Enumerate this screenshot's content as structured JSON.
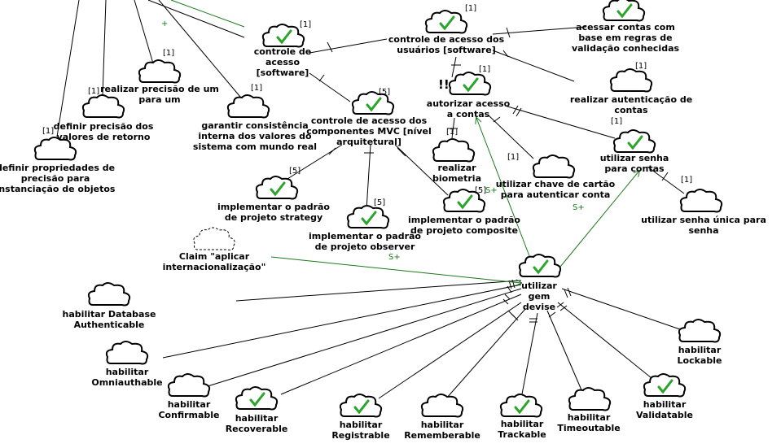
{
  "colors": {
    "line": "#000000",
    "contribution": "#1a7a1a",
    "check": "#2aa52a",
    "cloud_fill": "#ffffff"
  },
  "nodes": {
    "controle_acesso_software": {
      "label": "controle de\nacesso\n[software]",
      "tag": "[1]",
      "icon": "cloud-check-icon"
    },
    "controle_acesso_usuarios": {
      "label": "controle de acesso dos\nusuários [software]",
      "tag": "[1]",
      "icon": "cloud-check-icon"
    },
    "acessar_contas": {
      "label": "acessar contas com\nbase em regras de\nvalidação conhecidas",
      "tag": "",
      "icon": "cloud-check-icon"
    },
    "realizar_precisao": {
      "label": "realizar precisão de um\npara um",
      "tag": "[1]",
      "icon": "cloud-icon"
    },
    "definir_precisao": {
      "label": "definir precisão dos\nvalores de retorno",
      "tag": "[1]",
      "icon": "cloud-icon"
    },
    "definir_propriedades": {
      "label": "definir propriedades de\nprecisão para\ninstanciação de objetos",
      "tag": "[1]",
      "icon": "cloud-icon"
    },
    "garantir_consistencia": {
      "label": "garantir consistência\ninterna dos valores do\nsistema com mundo real",
      "tag": "[1]",
      "icon": "cloud-icon"
    },
    "controle_mvc": {
      "label": "controle de acesso dos\ncomponentes MVC [nível\narquitetural]",
      "tag": "[5]",
      "icon": "cloud-check-icon"
    },
    "autorizar_acesso": {
      "label": "autorizar acesso\na contas",
      "tag": "[1]",
      "icon": "cloud-check-icon",
      "mark": "!!"
    },
    "realizar_autenticacao": {
      "label": "realizar autenticação de\ncontas",
      "tag": "[1]",
      "icon": "cloud-icon"
    },
    "realizar_biometria": {
      "label": "realizar\nbiometria",
      "tag": "[1]",
      "icon": "cloud-icon"
    },
    "utilizar_chave": {
      "label": "utilizar chave de cartão\npara autenticar conta",
      "tag": "[1]",
      "icon": "cloud-icon"
    },
    "utilizar_senha": {
      "label": "utilizar senha\npara contas",
      "tag": "[1]",
      "icon": "cloud-check-icon"
    },
    "utilizar_senha_unica": {
      "label": "utilizar senha única para\nsenha",
      "tag": "[1]",
      "icon": "cloud-icon"
    },
    "padrao_strategy": {
      "label": "implementar o padrão\nde projeto strategy",
      "tag": "[5]",
      "icon": "cloud-check-icon"
    },
    "padrao_observer": {
      "label": "implementar o padrão\nde projeto observer",
      "tag": "[5]",
      "icon": "cloud-check-icon"
    },
    "padrao_composite": {
      "label": "implementar o padrão\nde projeto composite",
      "tag": "[5]",
      "icon": "cloud-check-icon"
    },
    "claim": {
      "label": "Claim \"aplicar\ninternacionalização\"",
      "tag": "",
      "icon": "claim-cloud-icon"
    },
    "utilizar_devise": {
      "label": "utilizar\ngem\ndevise",
      "tag": "",
      "icon": "cloud-check-icon"
    },
    "database_auth": {
      "label": "habilitar Database\nAuthenticable",
      "tag": "",
      "icon": "cloud-icon"
    },
    "omniauthable": {
      "label": "habilitar\nOmniauthable",
      "tag": "",
      "icon": "cloud-icon"
    },
    "confirmable": {
      "label": "habilitar\nConfirmable",
      "tag": "",
      "icon": "cloud-icon"
    },
    "recoverable": {
      "label": "habilitar\nRecoverable",
      "tag": "",
      "icon": "cloud-check-icon"
    },
    "registrable": {
      "label": "habilitar\nRegistrable",
      "tag": "",
      "icon": "cloud-check-icon"
    },
    "rememberable": {
      "label": "habilitar\nRememberable",
      "tag": "",
      "icon": "cloud-icon"
    },
    "trackable": {
      "label": "habilitar\nTrackable",
      "tag": "",
      "icon": "cloud-check-icon"
    },
    "timeoutable": {
      "label": "habilitar\nTimeoutable",
      "tag": "",
      "icon": "cloud-icon"
    },
    "validatable": {
      "label": "habilitar\nValidatable",
      "tag": "",
      "icon": "cloud-check-icon"
    },
    "lockable": {
      "label": "habilitar\nLockable",
      "tag": "",
      "icon": "cloud-icon"
    }
  },
  "contribution_labels": {
    "devise_to_autorizar": "S+",
    "devise_to_senha": "S+",
    "claim_to_devise": "S+",
    "top_link": "+"
  }
}
